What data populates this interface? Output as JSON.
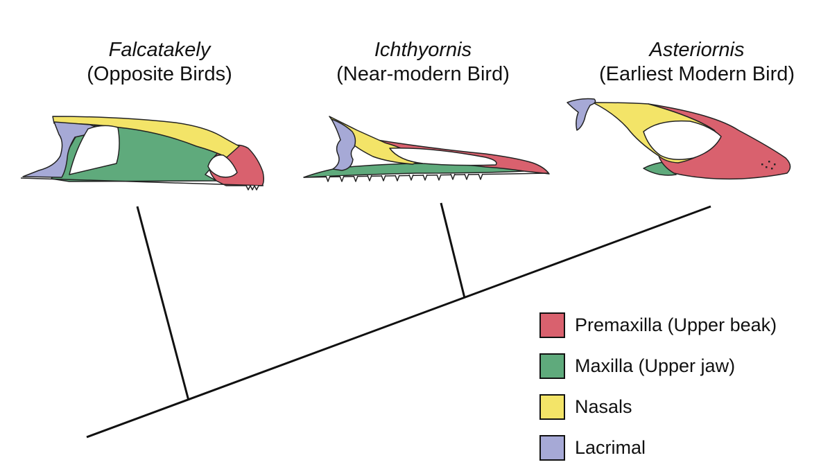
{
  "taxa": [
    {
      "genus": "Falcatakely",
      "group": "(Opposite Birds)"
    },
    {
      "genus": "Ichthyornis",
      "group": "(Near-modern Bird)"
    },
    {
      "genus": "Asteriornis",
      "group": "(Earliest Modern Bird)"
    }
  ],
  "legend": [
    {
      "label": "Premaxilla (Upper beak)",
      "color": "#d9616e"
    },
    {
      "label": "Maxilla (Upper jaw)",
      "color": "#5faa7c"
    },
    {
      "label": "Nasals",
      "color": "#f3e468"
    },
    {
      "label": "Lacrimal",
      "color": "#a6a9d6"
    }
  ]
}
